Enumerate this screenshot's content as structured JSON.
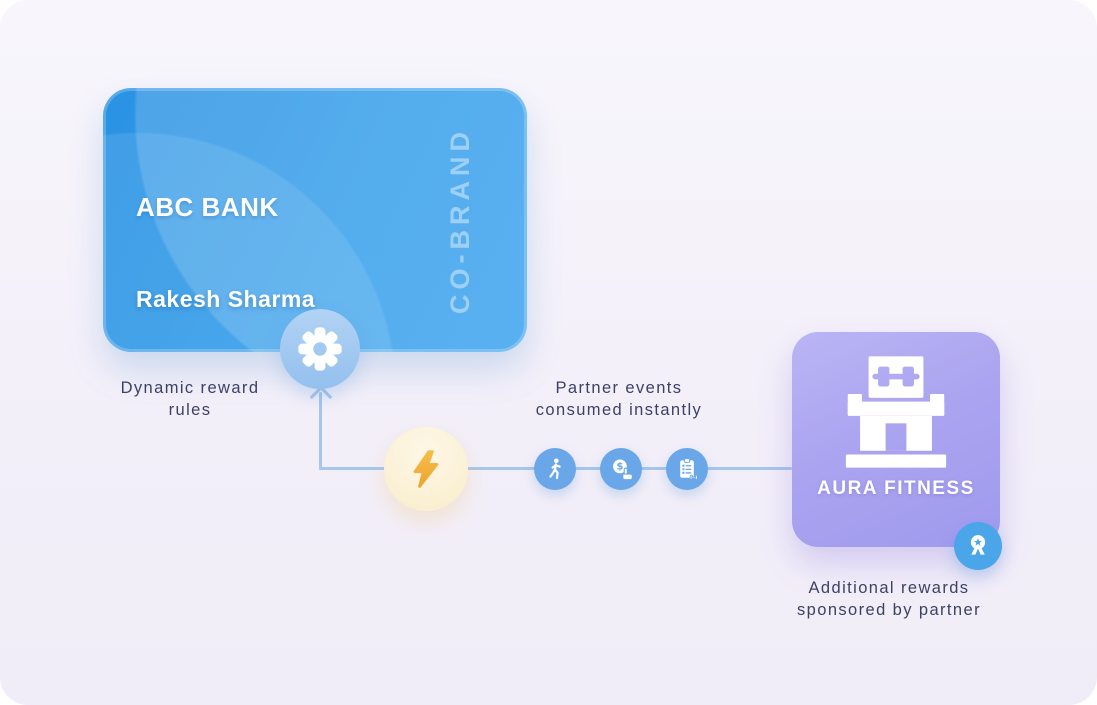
{
  "bank_card": {
    "bank_name": "ABC BANK",
    "cardholder_name": "Rakesh Sharma",
    "ribbon_label": "CO-BRAND"
  },
  "partner_card": {
    "name": "AURA FITNESS"
  },
  "labels": {
    "dynamic_rules": "Dynamic reward rules",
    "partner_events": "Partner events consumed instantly",
    "partner_rewards": "Additional rewards sponsored by partner"
  },
  "icons": {
    "gear": "gear-icon",
    "lightning": "lightning-bolt-icon",
    "event_nodes": [
      "walking-person-icon",
      "coin-tap-icon",
      "fitness-checklist-icon"
    ],
    "partner_logo": "gym-building-icon",
    "award": "medal-icon"
  },
  "colors": {
    "card_blue": "#2f9ae8",
    "connector_line": "#a6c6ec",
    "node_blue": "#6aa7e8",
    "badge_blue": "#4aa6e9",
    "bolt_yellow": "#f3b23e",
    "bolt_circle": "#faf0d3",
    "partner_purple": "#aca5f0",
    "gear_circle": "#a3cbf1",
    "label_navy": "#3d4166",
    "background": "#f3eff9"
  }
}
